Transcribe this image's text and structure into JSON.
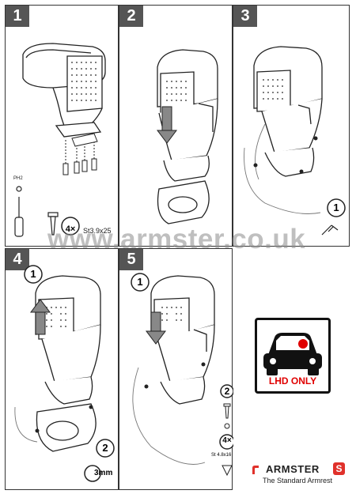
{
  "steps": [
    {
      "number": "1"
    },
    {
      "number": "2"
    },
    {
      "number": "3"
    },
    {
      "number": "4"
    },
    {
      "number": "5"
    }
  ],
  "panel1": {
    "screw_count": "4×",
    "screw_spec": "St3.9x25",
    "tool_label": "PH2"
  },
  "panel3": {
    "callout": "1"
  },
  "panel4": {
    "callout1": "1",
    "callout2": "2",
    "gap": "3mm"
  },
  "panel5": {
    "callout1": "1",
    "callout2": "2",
    "screw_count": "4×",
    "screw_spec": "St 4.8x16"
  },
  "watermark": "www.armster.co.uk",
  "badge": {
    "text": "LHD ONLY",
    "dot_color": "#e00000"
  },
  "brand": {
    "name": "ARMSTER",
    "badge_letter": "S",
    "tagline": "The Standard Armrest",
    "accent": "#e0312b"
  }
}
